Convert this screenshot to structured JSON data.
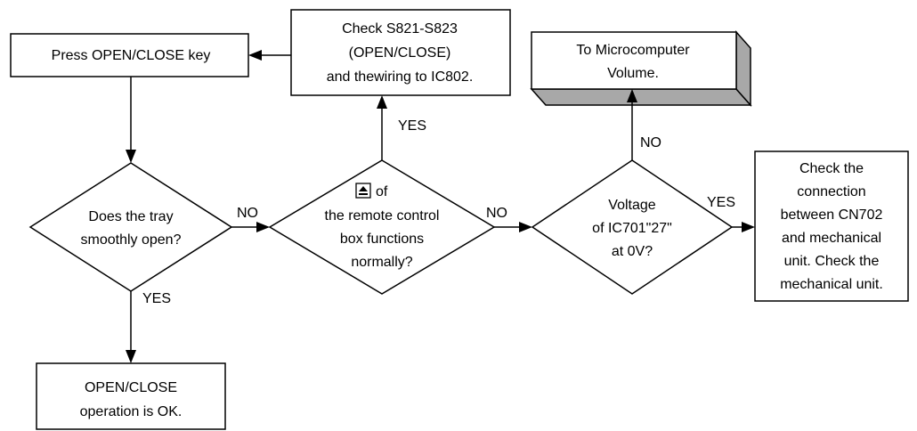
{
  "diagram": {
    "nodes": {
      "press_key": {
        "lines": [
          "Press OPEN/CLOSE key"
        ]
      },
      "check_switches": {
        "lines": [
          "Check S821-S823",
          "(OPEN/CLOSE)",
          "and thewiring to IC802."
        ]
      },
      "micro_volume": {
        "lines": [
          "To Microcomputer",
          "Volume."
        ]
      },
      "tray_open": {
        "lines": [
          "Does the tray",
          "smoothly open?"
        ]
      },
      "remote_eject": {
        "lines": [
          "of",
          "the remote control",
          "box functions",
          "normally?"
        ],
        "icon": "eject-icon"
      },
      "voltage_check": {
        "lines": [
          "Voltage",
          "of IC701\"27\"",
          "at 0V?"
        ]
      },
      "check_connection": {
        "lines": [
          "Check the",
          "connection",
          "between CN702",
          "and mechanical",
          "unit. Check the",
          "mechanical unit."
        ]
      },
      "ok": {
        "lines": [
          "OPEN/CLOSE",
          "operation is OK."
        ]
      }
    },
    "edge_labels": {
      "tray_no": "NO",
      "tray_yes": "YES",
      "remote_no": "NO",
      "remote_yes": "YES",
      "voltage_no": "NO",
      "voltage_yes": "YES"
    },
    "colors": {
      "line": "#000000",
      "box_fill": "#ffffff",
      "shadow": "#a8a8a8"
    }
  }
}
